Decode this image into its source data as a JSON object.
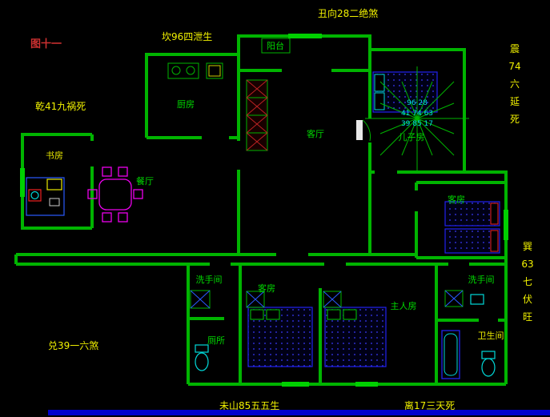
{
  "palette": {
    "background": "#000000",
    "wall_green": "#00b400",
    "room_label_green": "#00d800",
    "annotation_yellow": "#f0f000",
    "figure_red": "#cc3030",
    "furniture_blue": "#2222ee",
    "furniture_cyan": "#00d8d8",
    "dining_magenta": "#ee00ee",
    "bottom_bar_blue": "#0000cd"
  },
  "figure": {
    "label": "图十一"
  },
  "annotations": {
    "top_center": "丑向28二绝煞",
    "top_left": "坎96四泄生",
    "left_upper": "乾41九祸死",
    "left_lower": "兑39一六煞",
    "bottom_left": "未山85五五生",
    "bottom_right": "离17三天死",
    "right_upper": "震\n74\n六\n延\n死",
    "right_lower": "巽\n63\n七\n伏\n旺"
  },
  "rooms": {
    "balcony": "阳台",
    "kitchen": "厨房",
    "dining": "餐厅",
    "living": "客厅",
    "study": "书房",
    "son_room": "儿子房",
    "guest_room_right": "客房",
    "guest_room_bottom": "客房",
    "master_room": "主人房",
    "washroom_left": "洗手间",
    "washroom_right": "洗手间",
    "toilet": "厕所",
    "bathroom": "卫生间"
  },
  "compass": {
    "row1": "96 28",
    "row2": "41 74 63",
    "row3": "39 85 17"
  }
}
